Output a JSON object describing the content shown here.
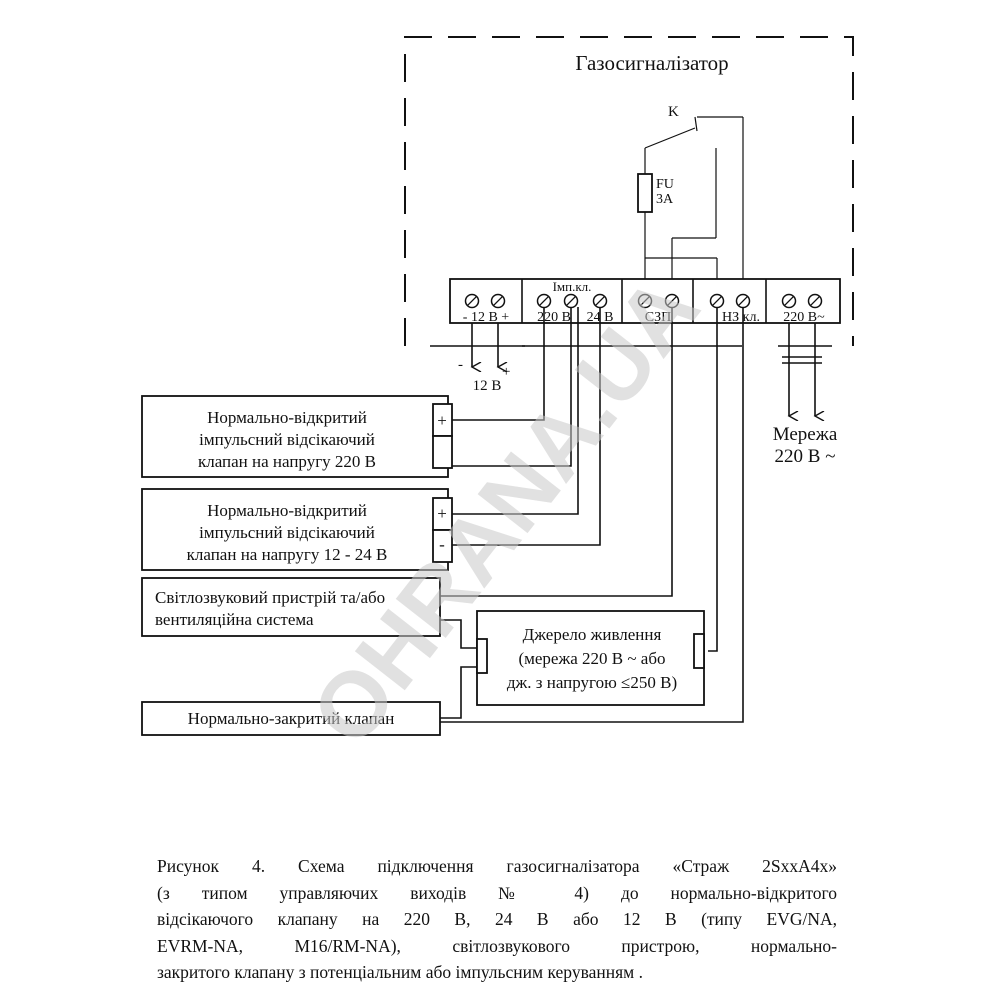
{
  "device_title": "Газосигналізатор",
  "relay_label": "K",
  "fuse": {
    "name": "FU",
    "rating": "3A"
  },
  "terminal_groups": [
    {
      "id": "psu12",
      "label": "- 12 В +"
    },
    {
      "id": "imp",
      "top_label": "Імп.кл.",
      "label_a": "220 В",
      "label_b": "24 В"
    },
    {
      "id": "szp",
      "label": "СЗП"
    },
    {
      "id": "nz",
      "label": "НЗ кл."
    },
    {
      "id": "mains",
      "label": "220 В~"
    }
  ],
  "psu_input": {
    "minus": "-",
    "plus": "+",
    "label": "12 В"
  },
  "mains_input": {
    "line1": "Мережа",
    "line2": "220 В ~"
  },
  "boxes": {
    "valve220": {
      "lines": [
        "Нормально-відкритий",
        "імпульсний відсікаючий",
        "клапан на напругу 220 В"
      ],
      "plus": "+",
      "minus": ""
    },
    "valve1224": {
      "lines": [
        "Нормально-відкритий",
        "імпульсний відсікаючий",
        "клапан на напругу 12 - 24 В"
      ],
      "plus": "+",
      "minus": "-"
    },
    "light_sound": {
      "lines": [
        "Світлозвуковий пристрій та/або",
        "вентиляційна система"
      ]
    },
    "power_source": {
      "lines": [
        "Джерело живлення",
        "(мережа 220 В ~ або",
        "дж. з напругою ≤250 В)"
      ]
    },
    "nc_valve": {
      "lines": [
        "Нормально-закритий клапан"
      ]
    }
  },
  "watermark": "OHRANA.UA",
  "caption": [
    "Рисунок 4. Схема підключення газосигналізатора «Страж 2SxxA4x»",
    "(з типом управляючих виходів № 4) до нормально-відкритого",
    "відсікаючого клапану на 220 В, 24 В або 12 В (типу EVG/NA,",
    "EVRM-NA, M16/RM-NA), світлозвукового пристрою, нормально-",
    "закритого клапану з потенціальним або імпульсним керуванням ."
  ]
}
